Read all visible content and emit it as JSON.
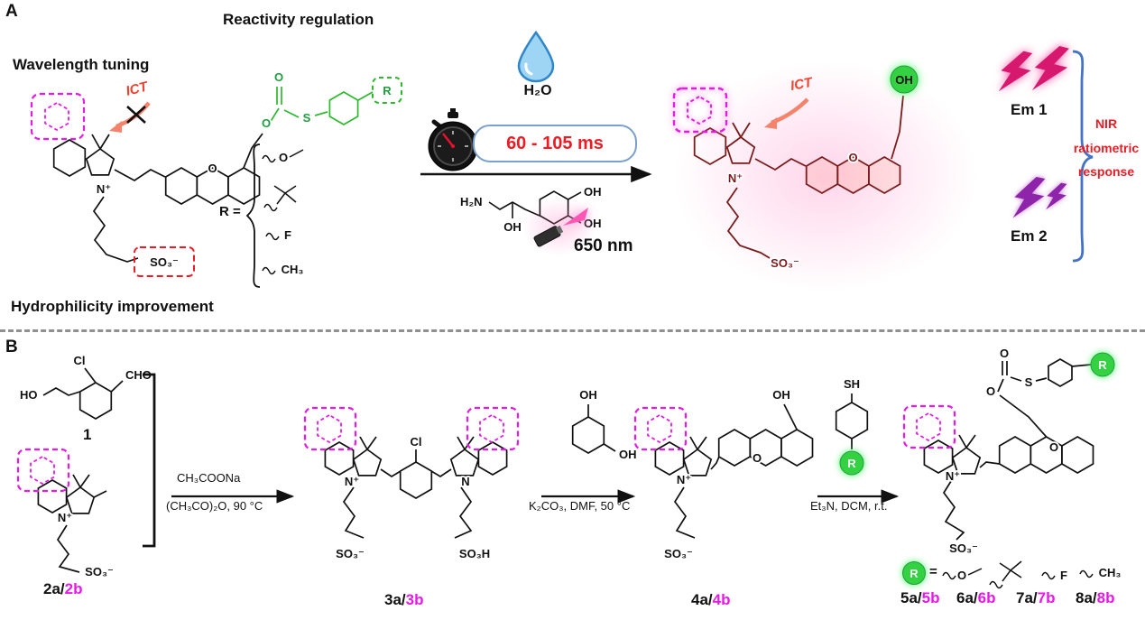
{
  "figure": {
    "panel_a_label": "A",
    "panel_b_label": "B"
  },
  "colors": {
    "magenta": "#e619e6",
    "green": "#2db92d",
    "red": "#ed1c24",
    "blue": "#4472c4",
    "em1": "#d6186e",
    "em2": "#8e24aa"
  },
  "panelA": {
    "reactivity_heading": "Reactivity regulation",
    "wavelength_heading": "Wavelength tuning",
    "hydrophilicity_heading": "Hydrophilicity improvement",
    "ict_label_left": "ICT",
    "ict_label_right": "ICT",
    "reactant": {
      "o_ester": "O",
      "o_carbonyl": "O",
      "s": "S",
      "r": "R",
      "o_xanthene": "O",
      "n_plus": "N⁺",
      "so3": "SO₃⁻"
    },
    "r_legend": {
      "prefix": "R =",
      "methoxy_o": "O",
      "fluoro": "F",
      "methyl": "CH₃"
    },
    "reaction": {
      "h2o": "H₂O",
      "time_badge": "60 - 105 ms",
      "amine": {
        "h2n": "H₂N",
        "oh_chain": "OH",
        "oh_ring_top": "OH",
        "oh_ring_bottom": "OH"
      }
    },
    "product": {
      "oh_circle": "OH",
      "o_xanthene": "O",
      "n_plus": "N⁺",
      "so3": "SO₃⁻",
      "laser_label": "650 nm"
    },
    "emission": {
      "em1": "Em 1",
      "em2": "Em 2",
      "nir_line1": "NIR",
      "nir_line2": "ratiometric",
      "nir_line3": "response"
    }
  },
  "panelB": {
    "compound1": {
      "ho": "HO",
      "cl": "Cl",
      "cho": "CHO",
      "label": "1"
    },
    "compound2": {
      "n_plus": "N⁺",
      "so3": "SO₃⁻",
      "label_a": "2a/",
      "label_b": "2b"
    },
    "step1": {
      "above": "CH₃COONa",
      "below": "(CH₃CO)₂O, 90 °C"
    },
    "compound3": {
      "cl": "Cl",
      "n_plus": "N⁺",
      "n": "N",
      "so3": "SO₃⁻",
      "so3h": "SO₃H",
      "label_a": "3a/",
      "label_b": "3b"
    },
    "step2": {
      "oh_top": "OH",
      "oh_side": "OH",
      "below": "K₂CO₃, DMF, 50 °C"
    },
    "compound4": {
      "oh": "OH",
      "o_xanthene": "O",
      "n_plus": "N⁺",
      "so3": "SO₃⁻",
      "label_a": "4a/",
      "label_b": "4b"
    },
    "step3": {
      "sh": "SH",
      "r": "R",
      "below": "Et₃N, DCM, r.t."
    },
    "compound5": {
      "o_carbonyl": "O",
      "o_ester": "O",
      "s": "S",
      "r": "R",
      "o_xanthene": "O",
      "n_plus": "N⁺",
      "so3": "SO₃⁻"
    },
    "r_legend": {
      "r": "R",
      "equals": "=",
      "methoxy_o": "O",
      "fluoro": "F",
      "methyl": "CH₃"
    },
    "products": [
      {
        "a": "5a/",
        "b": "5b"
      },
      {
        "a": "6a/",
        "b": "6b"
      },
      {
        "a": "7a/",
        "b": "7b"
      },
      {
        "a": "8a/",
        "b": "8b"
      }
    ]
  }
}
